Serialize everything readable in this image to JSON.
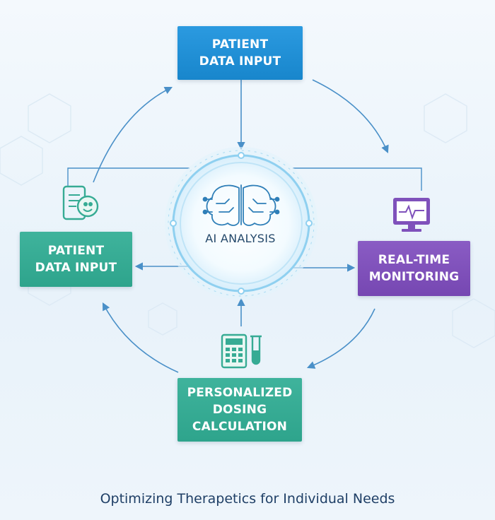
{
  "nodes": {
    "top": {
      "line1": "PATIENT",
      "line2": "DATA INPUT",
      "color": "#1f8fd6"
    },
    "left": {
      "line1": "PATIENT",
      "line2": "DATA INPUT",
      "color": "#36ab94"
    },
    "right": {
      "line1": "REAL-TIME",
      "line2": "MONITORING",
      "color": "#7f51bb"
    },
    "bottom": {
      "line1": "PERSONALIZED",
      "line2": "DOSING",
      "line3": "CALCULATION",
      "color": "#36ab94"
    }
  },
  "center": {
    "label": "AI ANALYSIS",
    "icon": "brain-circuit-icon"
  },
  "icons": {
    "left": "mobile-health-app-icon",
    "right": "heart-monitor-icon",
    "bottom": "calculator-and-test-tube-icon"
  },
  "caption": "Optimizing Therapetics for Individual Needs",
  "colors": {
    "arrow": "#4a90c8",
    "ring": "#7cc6ee",
    "caption": "#1f3f66"
  }
}
